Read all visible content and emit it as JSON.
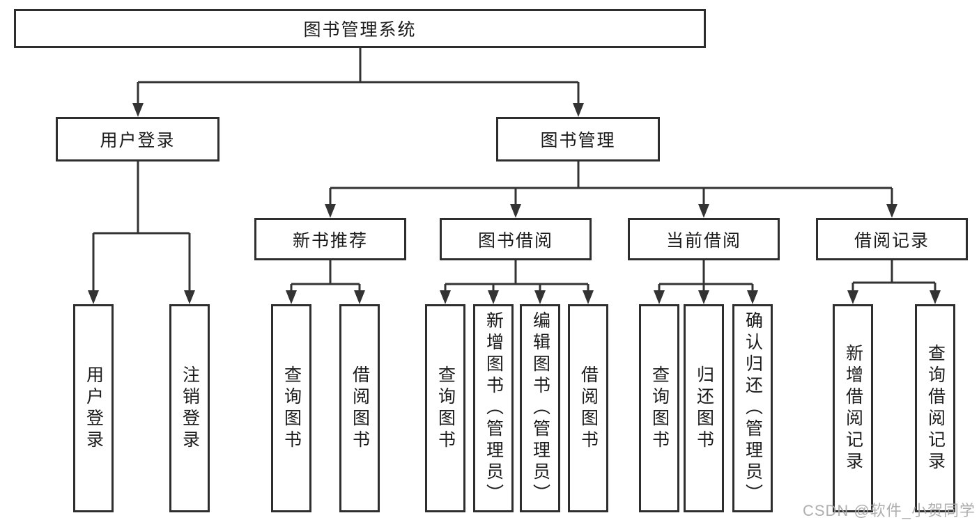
{
  "diagram": {
    "type": "hierarchy-tree",
    "root": {
      "label": "图书管理系统",
      "children": [
        {
          "label": "用户登录",
          "children": [
            {
              "label": "用户登录"
            },
            {
              "label": "注销登录"
            }
          ]
        },
        {
          "label": "图书管理",
          "children": [
            {
              "label": "新书推荐",
              "children": [
                {
                  "label": "查询图书"
                },
                {
                  "label": "借阅图书"
                }
              ]
            },
            {
              "label": "图书借阅",
              "children": [
                {
                  "label": "查询图书"
                },
                {
                  "label": "新增图书（管理员）"
                },
                {
                  "label": "编辑图书（管理员）"
                },
                {
                  "label": "借阅图书"
                }
              ]
            },
            {
              "label": "当前借阅",
              "children": [
                {
                  "label": "查询图书"
                },
                {
                  "label": "归还图书"
                },
                {
                  "label": "确认归还（管理员）"
                }
              ]
            },
            {
              "label": "借阅记录",
              "children": [
                {
                  "label": "新增借阅记录"
                },
                {
                  "label": "查询借阅记录"
                }
              ]
            }
          ]
        }
      ]
    }
  },
  "watermark": {
    "text": "CSDN @软件_小贺同学"
  },
  "colors": {
    "line": "#333333",
    "box_border": "#2e2e2e",
    "text": "#1b1b1b",
    "background": "#ffffff",
    "watermark": "#a8a8a8"
  }
}
